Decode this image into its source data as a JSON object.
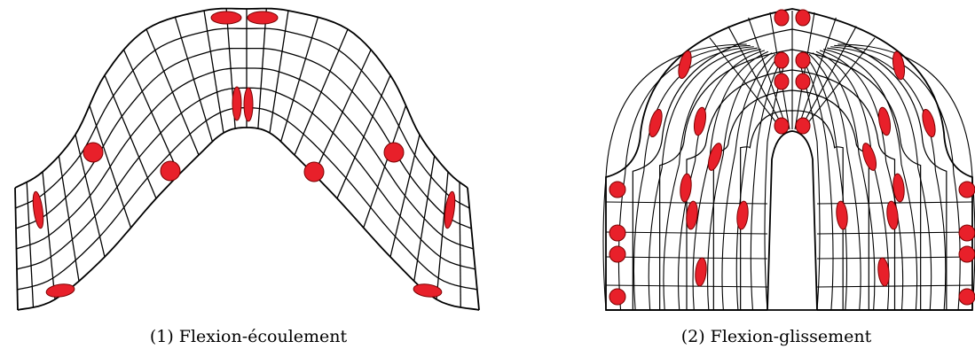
{
  "figure": {
    "panels": [
      {
        "id": "flexion-ecoulement",
        "caption": "(1) Flexion-écoulement"
      },
      {
        "id": "flexion-glissement",
        "caption": "(2) Flexion-glissement"
      }
    ],
    "colors": {
      "line": "#000000",
      "marker_fill": "#e8202a",
      "marker_stroke": "#7a0000",
      "background": "#ffffff"
    }
  }
}
